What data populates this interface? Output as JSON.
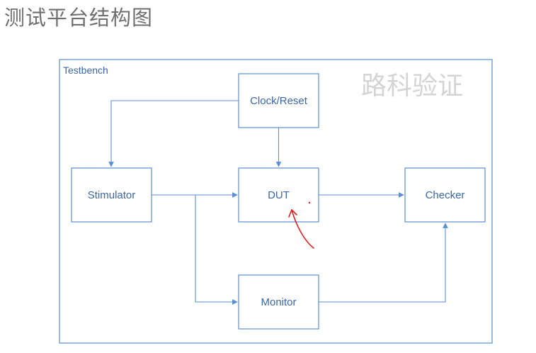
{
  "title": "测试平台结构图",
  "testbench_label": "Testbench",
  "watermark": "路科验证",
  "blocks": {
    "clock_reset": "Clock/Reset",
    "stimulator": "Stimulator",
    "dut": "DUT",
    "checker": "Checker",
    "monitor": "Monitor"
  },
  "colors": {
    "line": "#5b8fd6",
    "text": "#3a66a8",
    "annotation": "#e02020"
  }
}
